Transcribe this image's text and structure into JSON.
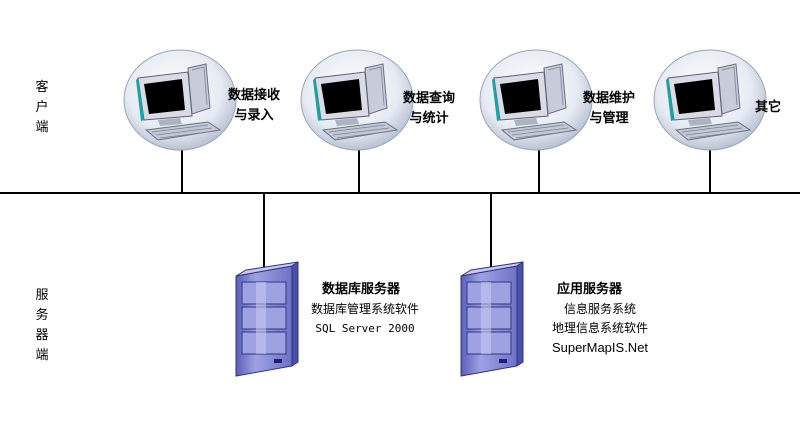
{
  "side_labels": {
    "client": [
      "客",
      "户",
      "端"
    ],
    "server": [
      "服",
      "务",
      "器",
      "端"
    ]
  },
  "clients": [
    {
      "lines": [
        "数据接收",
        "与录入"
      ],
      "icon": "computer-icon"
    },
    {
      "lines": [
        "数据查询",
        "与统计"
      ],
      "icon": "computer-icon"
    },
    {
      "lines": [
        "数据维护",
        "与管理"
      ],
      "icon": "computer-icon"
    },
    {
      "lines": [
        "其它"
      ],
      "icon": "computer-icon"
    }
  ],
  "servers": [
    {
      "title": "数据库服务器",
      "lines": [
        "数据库管理系统软件",
        "SQL Server 2000"
      ],
      "icon": "server-tower-icon"
    },
    {
      "title": "应用服务器",
      "lines": [
        "信息服务系统",
        "地理信息系统软件",
        "SuperMapIS.Net"
      ],
      "icon": "server-tower-icon"
    }
  ],
  "colors": {
    "line": "#000000",
    "server_body": "#8e92d6",
    "server_panel": "#c9cbee",
    "monitor_screen": "#000000",
    "monitor_body": "#d9dce6",
    "disc": "#dde3ee"
  }
}
